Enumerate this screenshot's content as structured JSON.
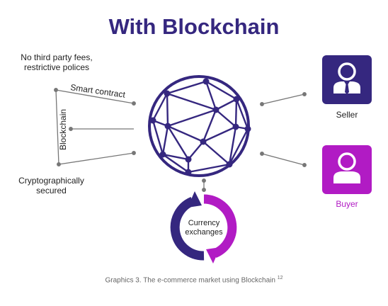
{
  "title": "With Blockchain",
  "labels": {
    "fees_line1": "No third party fees,",
    "fees_line2": "restrictive polices",
    "smart_contract": "Smart contract",
    "blockchain": "Blockchain",
    "crypto_line1": "Cryptographically",
    "crypto_line2": "secured",
    "seller": "Seller",
    "buyer": "Buyer",
    "currency_line1": "Currency",
    "currency_line2": "exchanges"
  },
  "caption": {
    "text": "Graphics 3. The e-commerce market using Blockchain",
    "ref": "12"
  },
  "colors": {
    "title": "#35277f",
    "navy": "#35277f",
    "purple": "#b11bc4",
    "connector": "#777777"
  },
  "icons": {
    "seller": "person-with-tie-icon",
    "buyer": "person-icon",
    "network": "blockchain-network-globe-icon",
    "cycle": "circular-arrows-icon"
  }
}
